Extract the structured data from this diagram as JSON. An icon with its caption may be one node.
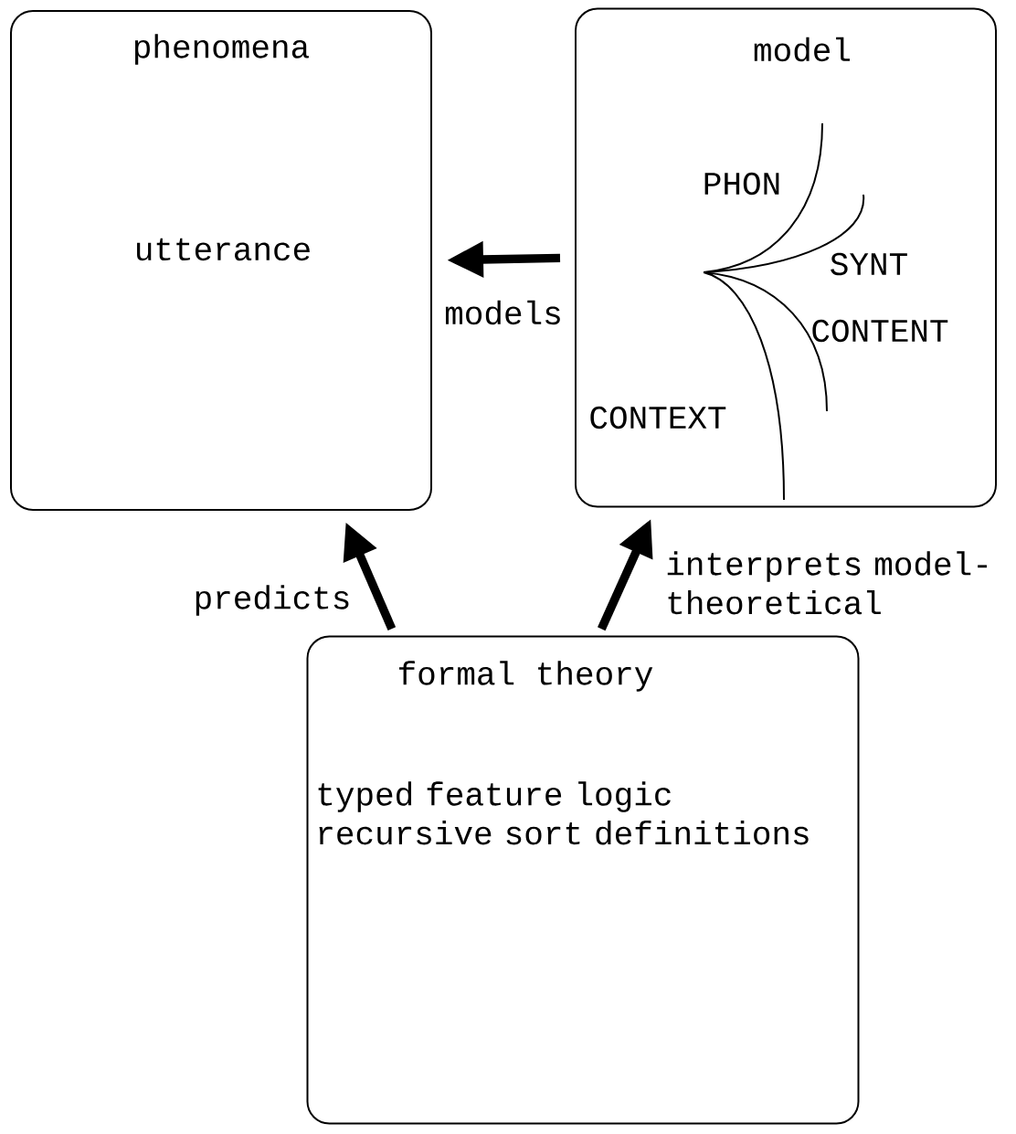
{
  "diagram": {
    "nodes": [
      {
        "text": [
          "phenomena",
          "utterance"
        ]
      },
      {
        "text": [
          "model"
        ]
      },
      {
        "text": [
          "formal theory",
          "typed feature logic recursive sort definitions"
        ]
      }
    ],
    "edges": [
      {
        "from": 1,
        "to": 0,
        "arrow": "to",
        "label": "models"
      },
      {
        "from": 2,
        "to": 0,
        "arrow": "to",
        "label": "predicts"
      },
      {
        "from": 2,
        "to": 1,
        "arrow": "to",
        "label": "interprets model-theoretical"
      }
    ],
    "labels": [
      "PHON",
      "SYNT",
      "CONTENT",
      "CONTEXT"
    ]
  }
}
